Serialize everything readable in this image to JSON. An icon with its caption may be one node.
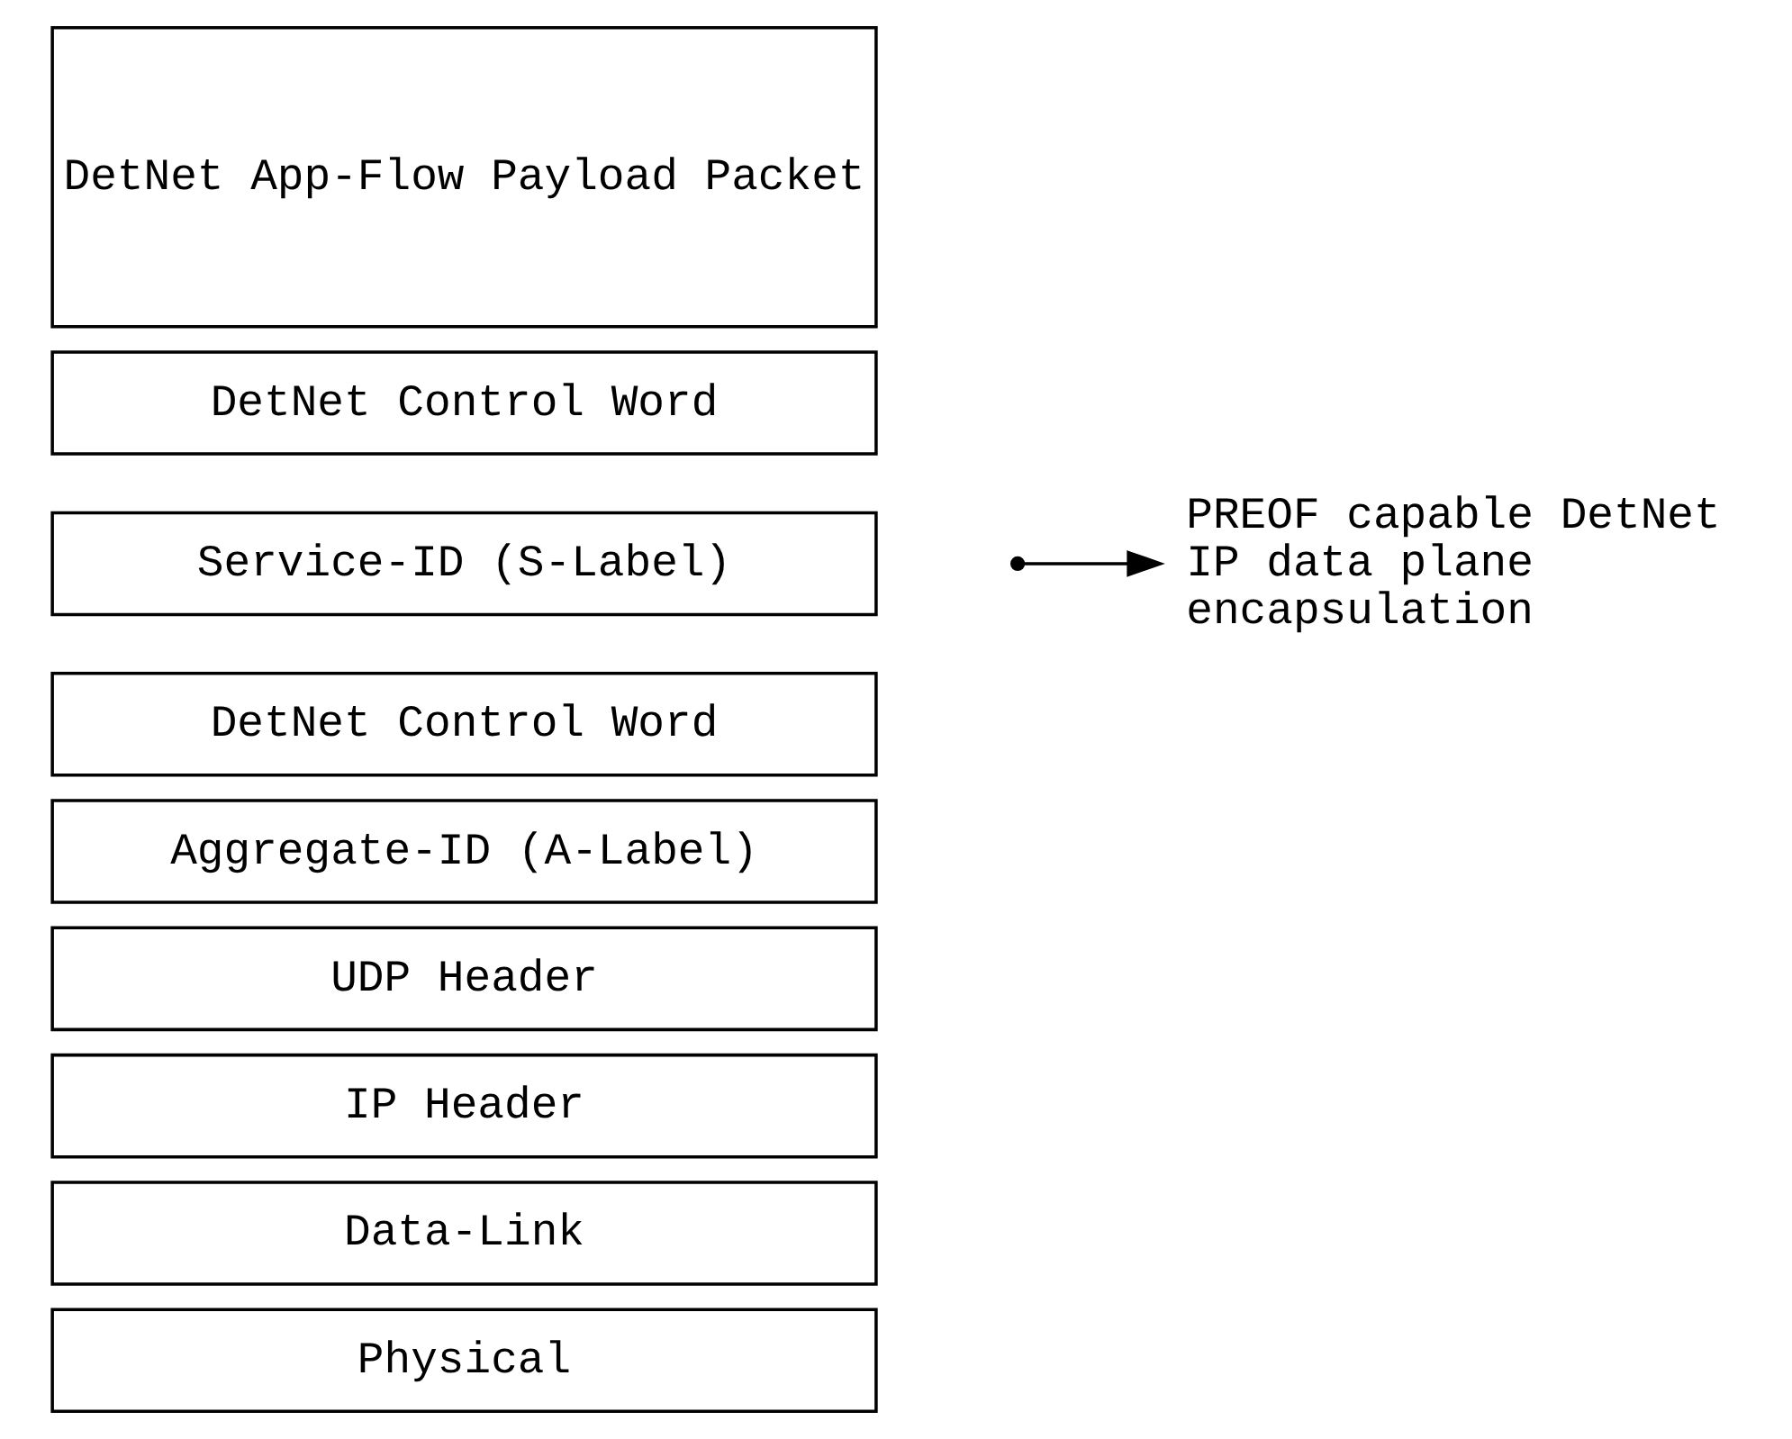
{
  "diagram": {
    "nodes": [
      {
        "text": [
          "DetNet App-Flow Payload Packet"
        ]
      },
      {
        "text": [
          "DetNet Control Word"
        ]
      },
      {
        "text": [
          "Service-ID (S-Label)"
        ]
      },
      {
        "text": [
          "DetNet Control Word"
        ]
      },
      {
        "text": [
          "Aggregate-ID (A-Label)"
        ]
      },
      {
        "text": [
          "UDP Header"
        ]
      },
      {
        "text": [
          "IP Header"
        ]
      },
      {
        "text": [
          "Data-Link"
        ]
      },
      {
        "text": [
          "Physical"
        ]
      },
      {
        "text": [
          "PREOF capable DetNet IP data plane encapsulation"
        ]
      }
    ],
    "edges": [
      {
        "from": null,
        "to": 9,
        "arrow": "to"
      }
    ]
  }
}
